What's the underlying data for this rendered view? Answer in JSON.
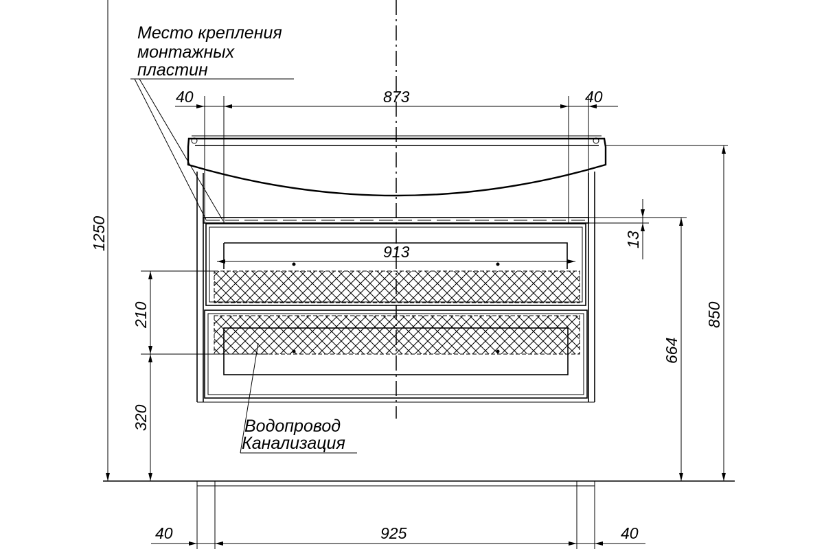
{
  "annotations": {
    "mounting_line1": "Место крепления",
    "mounting_line2": "монтажных",
    "mounting_line3": "пластин",
    "pipes_line1": "Водопровод",
    "pipes_line2": "Канализация"
  },
  "dimensions": {
    "top_left_offset": "40",
    "top_span": "873",
    "top_right_offset": "40",
    "inner_span": "913",
    "gap": "13",
    "total_height": "1250",
    "drawer_height": "210",
    "floor_to_pipe": "320",
    "cabinet_height": "664",
    "overall_height": "850",
    "bottom_left_offset": "40",
    "bottom_span": "925",
    "bottom_right_offset": "40"
  }
}
